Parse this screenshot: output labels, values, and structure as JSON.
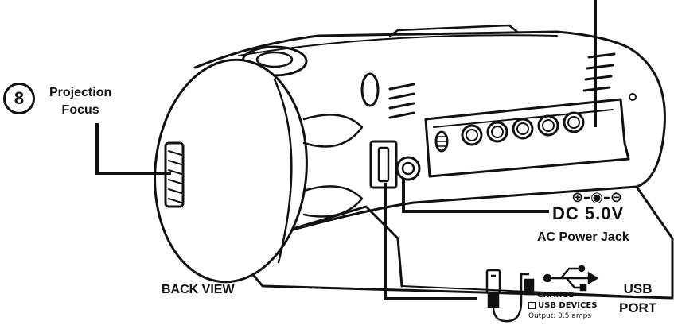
{
  "callout": {
    "number": "8",
    "title_line1": "Projection",
    "title_line2": "Focus"
  },
  "view_label": "BACK VIEW",
  "dc": {
    "polarity_symbol": "⊕–◉–⊖",
    "voltage": "DC 5.0V",
    "label": "AC Power Jack"
  },
  "usb": {
    "label_line1": "USB",
    "label_line2": "PORT",
    "charge": "CHARGE",
    "devices": "USB DEVICES",
    "output": "Output: 0.5 amps"
  },
  "colors": {
    "line": "#111111",
    "body": "#ffffff"
  }
}
